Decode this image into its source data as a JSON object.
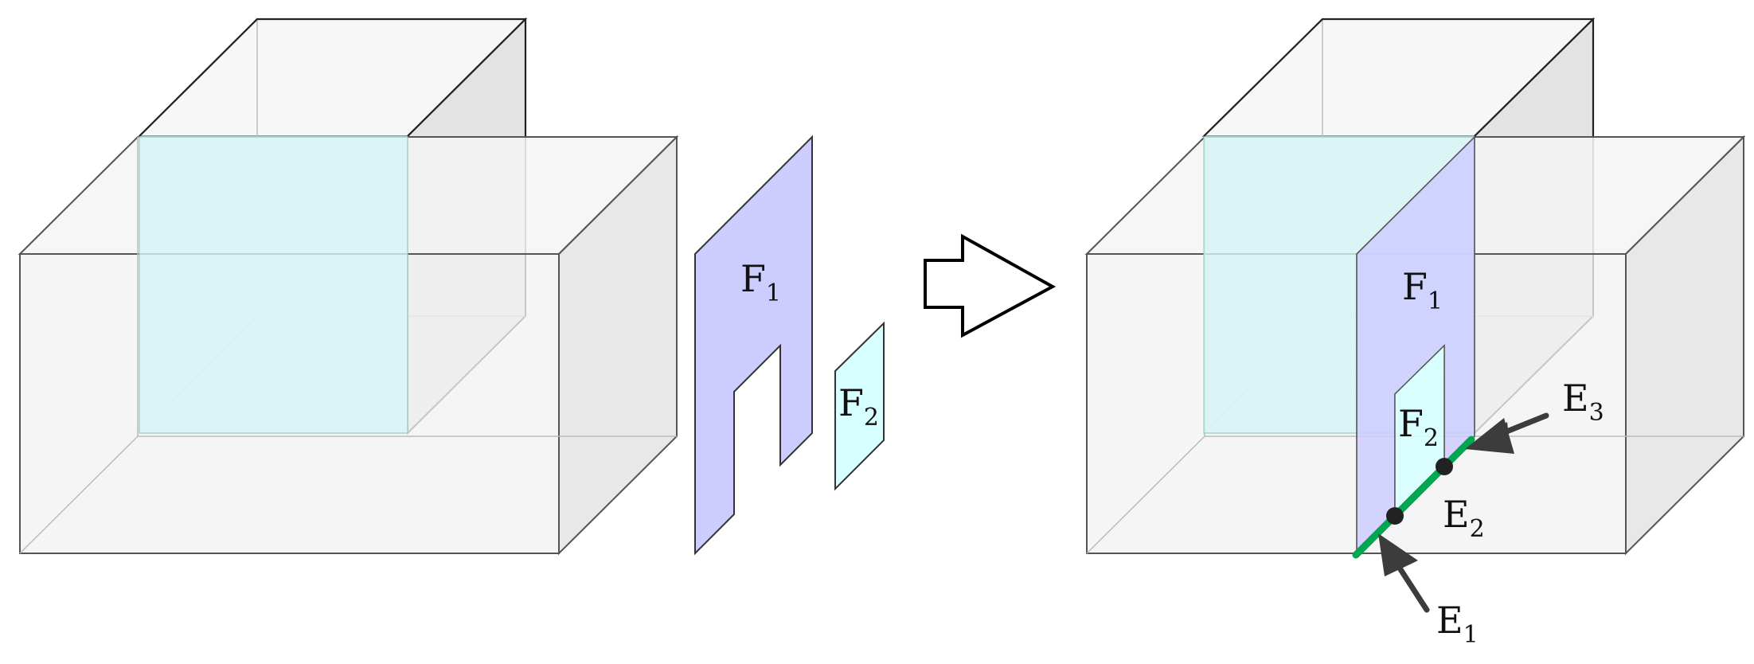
{
  "labels": {
    "f1_left": {
      "main": "F",
      "sub": "1"
    },
    "f2_left": {
      "main": "F",
      "sub": "2"
    },
    "f1_right": {
      "main": "F",
      "sub": "1"
    },
    "f2_right": {
      "main": "F",
      "sub": "2"
    },
    "e1": {
      "main": "E",
      "sub": "1"
    },
    "e2": {
      "main": "E",
      "sub": "2"
    },
    "e3": {
      "main": "E",
      "sub": "3"
    }
  },
  "colors": {
    "face_f1": "#ccccff",
    "face_f2": "#d8ffff",
    "cyan_face": "#d4f4f6",
    "box_fill": "#f2f2f2",
    "side_fill": "#e2e2e2",
    "edge_green": "#00a650",
    "marker": "#222222",
    "outline": "#555555"
  }
}
